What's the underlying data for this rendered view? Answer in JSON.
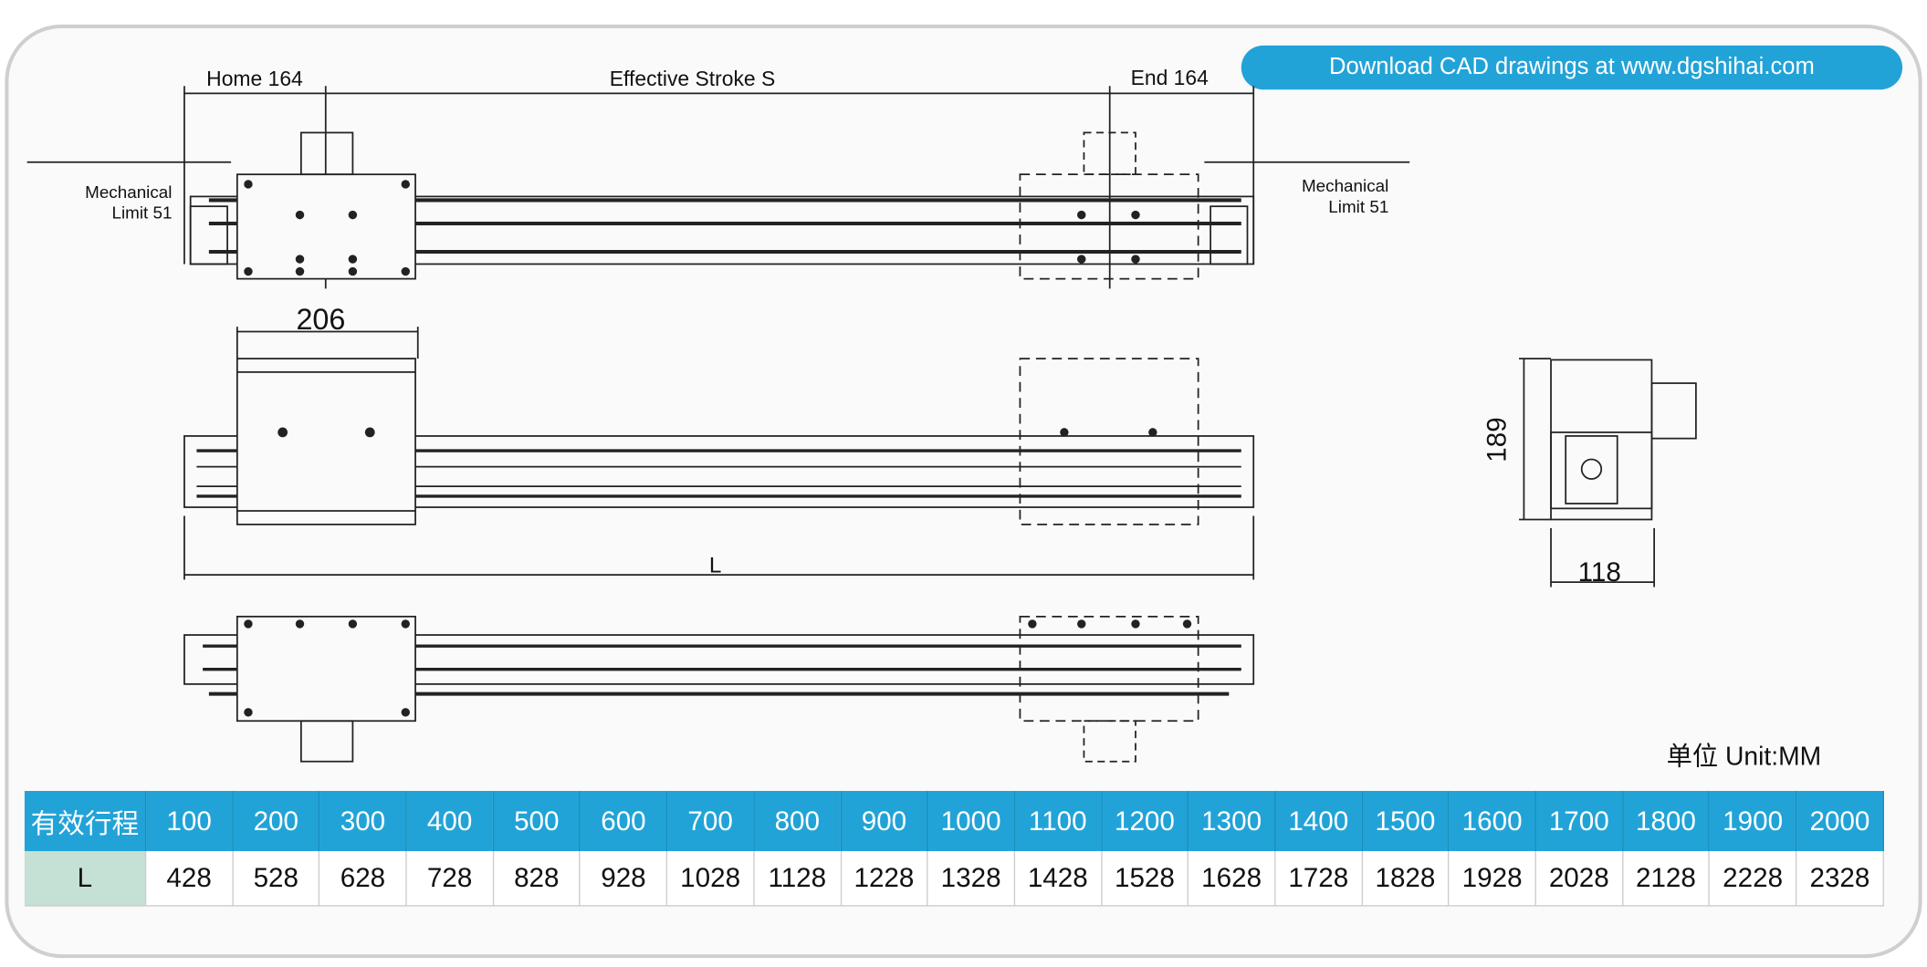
{
  "banner": "Download CAD drawings at www.dgshihai.com",
  "dimensions": {
    "home": "Home 164",
    "stroke": "Effective Stroke S",
    "end": "End 164",
    "mech_left": [
      "Mechanical",
      "Limit 51"
    ],
    "mech_right": [
      "Mechanical",
      "Limit 51"
    ],
    "width_206": "206",
    "length_L": "L",
    "height_189": "189",
    "width_118": "118"
  },
  "unit": "单位 Unit:MM",
  "colors": {
    "accent": "#22a3d8",
    "label_cell": "#c5e0d4"
  },
  "table": {
    "header_label": "有效行程",
    "row_label": "L",
    "strokes": [
      "100",
      "200",
      "300",
      "400",
      "500",
      "600",
      "700",
      "800",
      "900",
      "1000",
      "1100",
      "1200",
      "1300",
      "1400",
      "1500",
      "1600",
      "1700",
      "1800",
      "1900",
      "2000"
    ],
    "lengths": [
      "428",
      "528",
      "628",
      "728",
      "828",
      "928",
      "1028",
      "1128",
      "1228",
      "1328",
      "1428",
      "1528",
      "1628",
      "1728",
      "1828",
      "1928",
      "2028",
      "2128",
      "2228",
      "2328"
    ]
  }
}
